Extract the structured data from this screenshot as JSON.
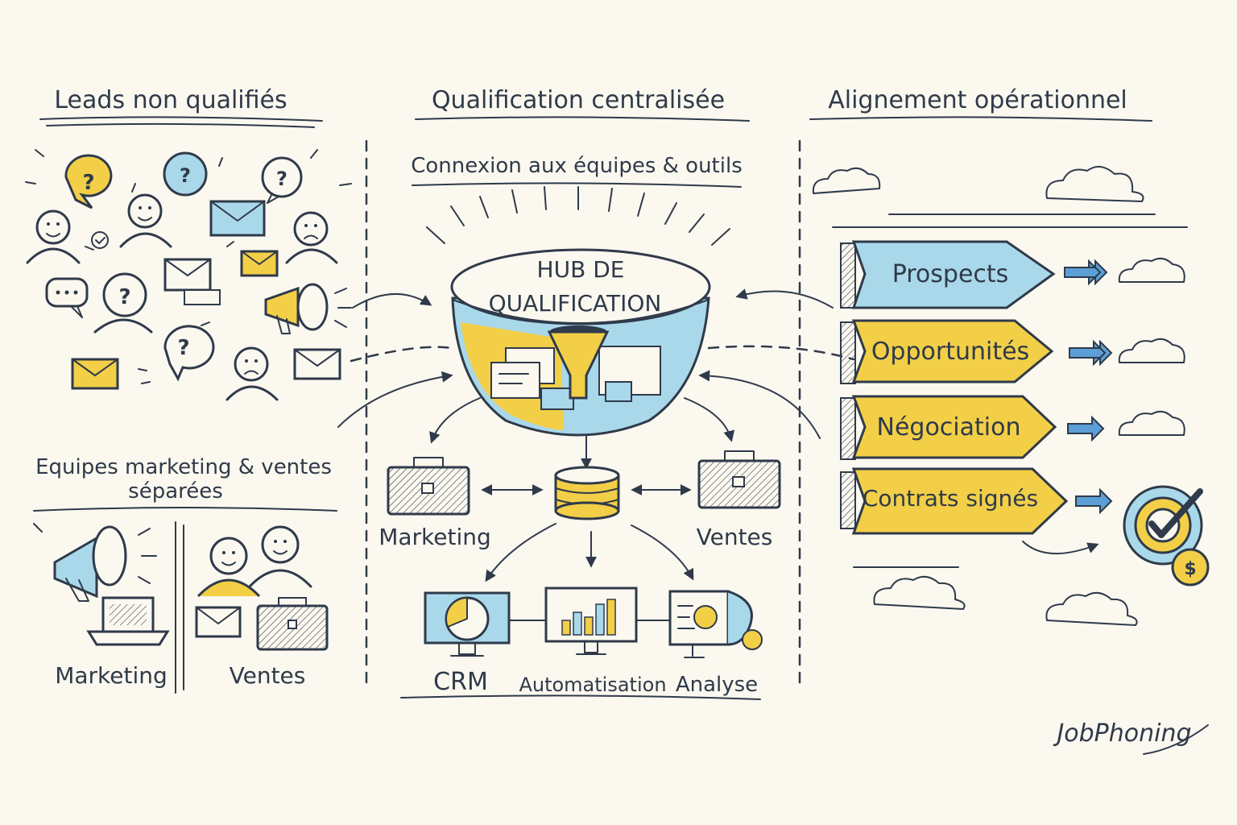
{
  "columns": {
    "left": {
      "title": "Leads non qualifiés",
      "subtitle_line1": "Equipes marketing & ventes",
      "subtitle_line2": "séparées",
      "team_marketing": "Marketing",
      "team_ventes": "Ventes"
    },
    "center": {
      "title": "Qualification centralisée",
      "subtitle": "Connexion aux équipes & outils",
      "hub_line1": "HUB DE",
      "hub_line2": "QUALIFICATION",
      "team_marketing": "Marketing",
      "team_ventes": "Ventes",
      "tools": [
        "CRM",
        "Automatisation",
        "Analyse"
      ]
    },
    "right": {
      "title": "Alignement opérationnel",
      "stages": [
        "Prospects",
        "Opportunités",
        "Négociation",
        "Contrats signés"
      ]
    }
  },
  "brand": "JobPhoning",
  "colors": {
    "yellow": "#f2cf47",
    "blue": "#a9d8ea",
    "ink": "#2f3a4a",
    "background": "#fbf8ef"
  }
}
